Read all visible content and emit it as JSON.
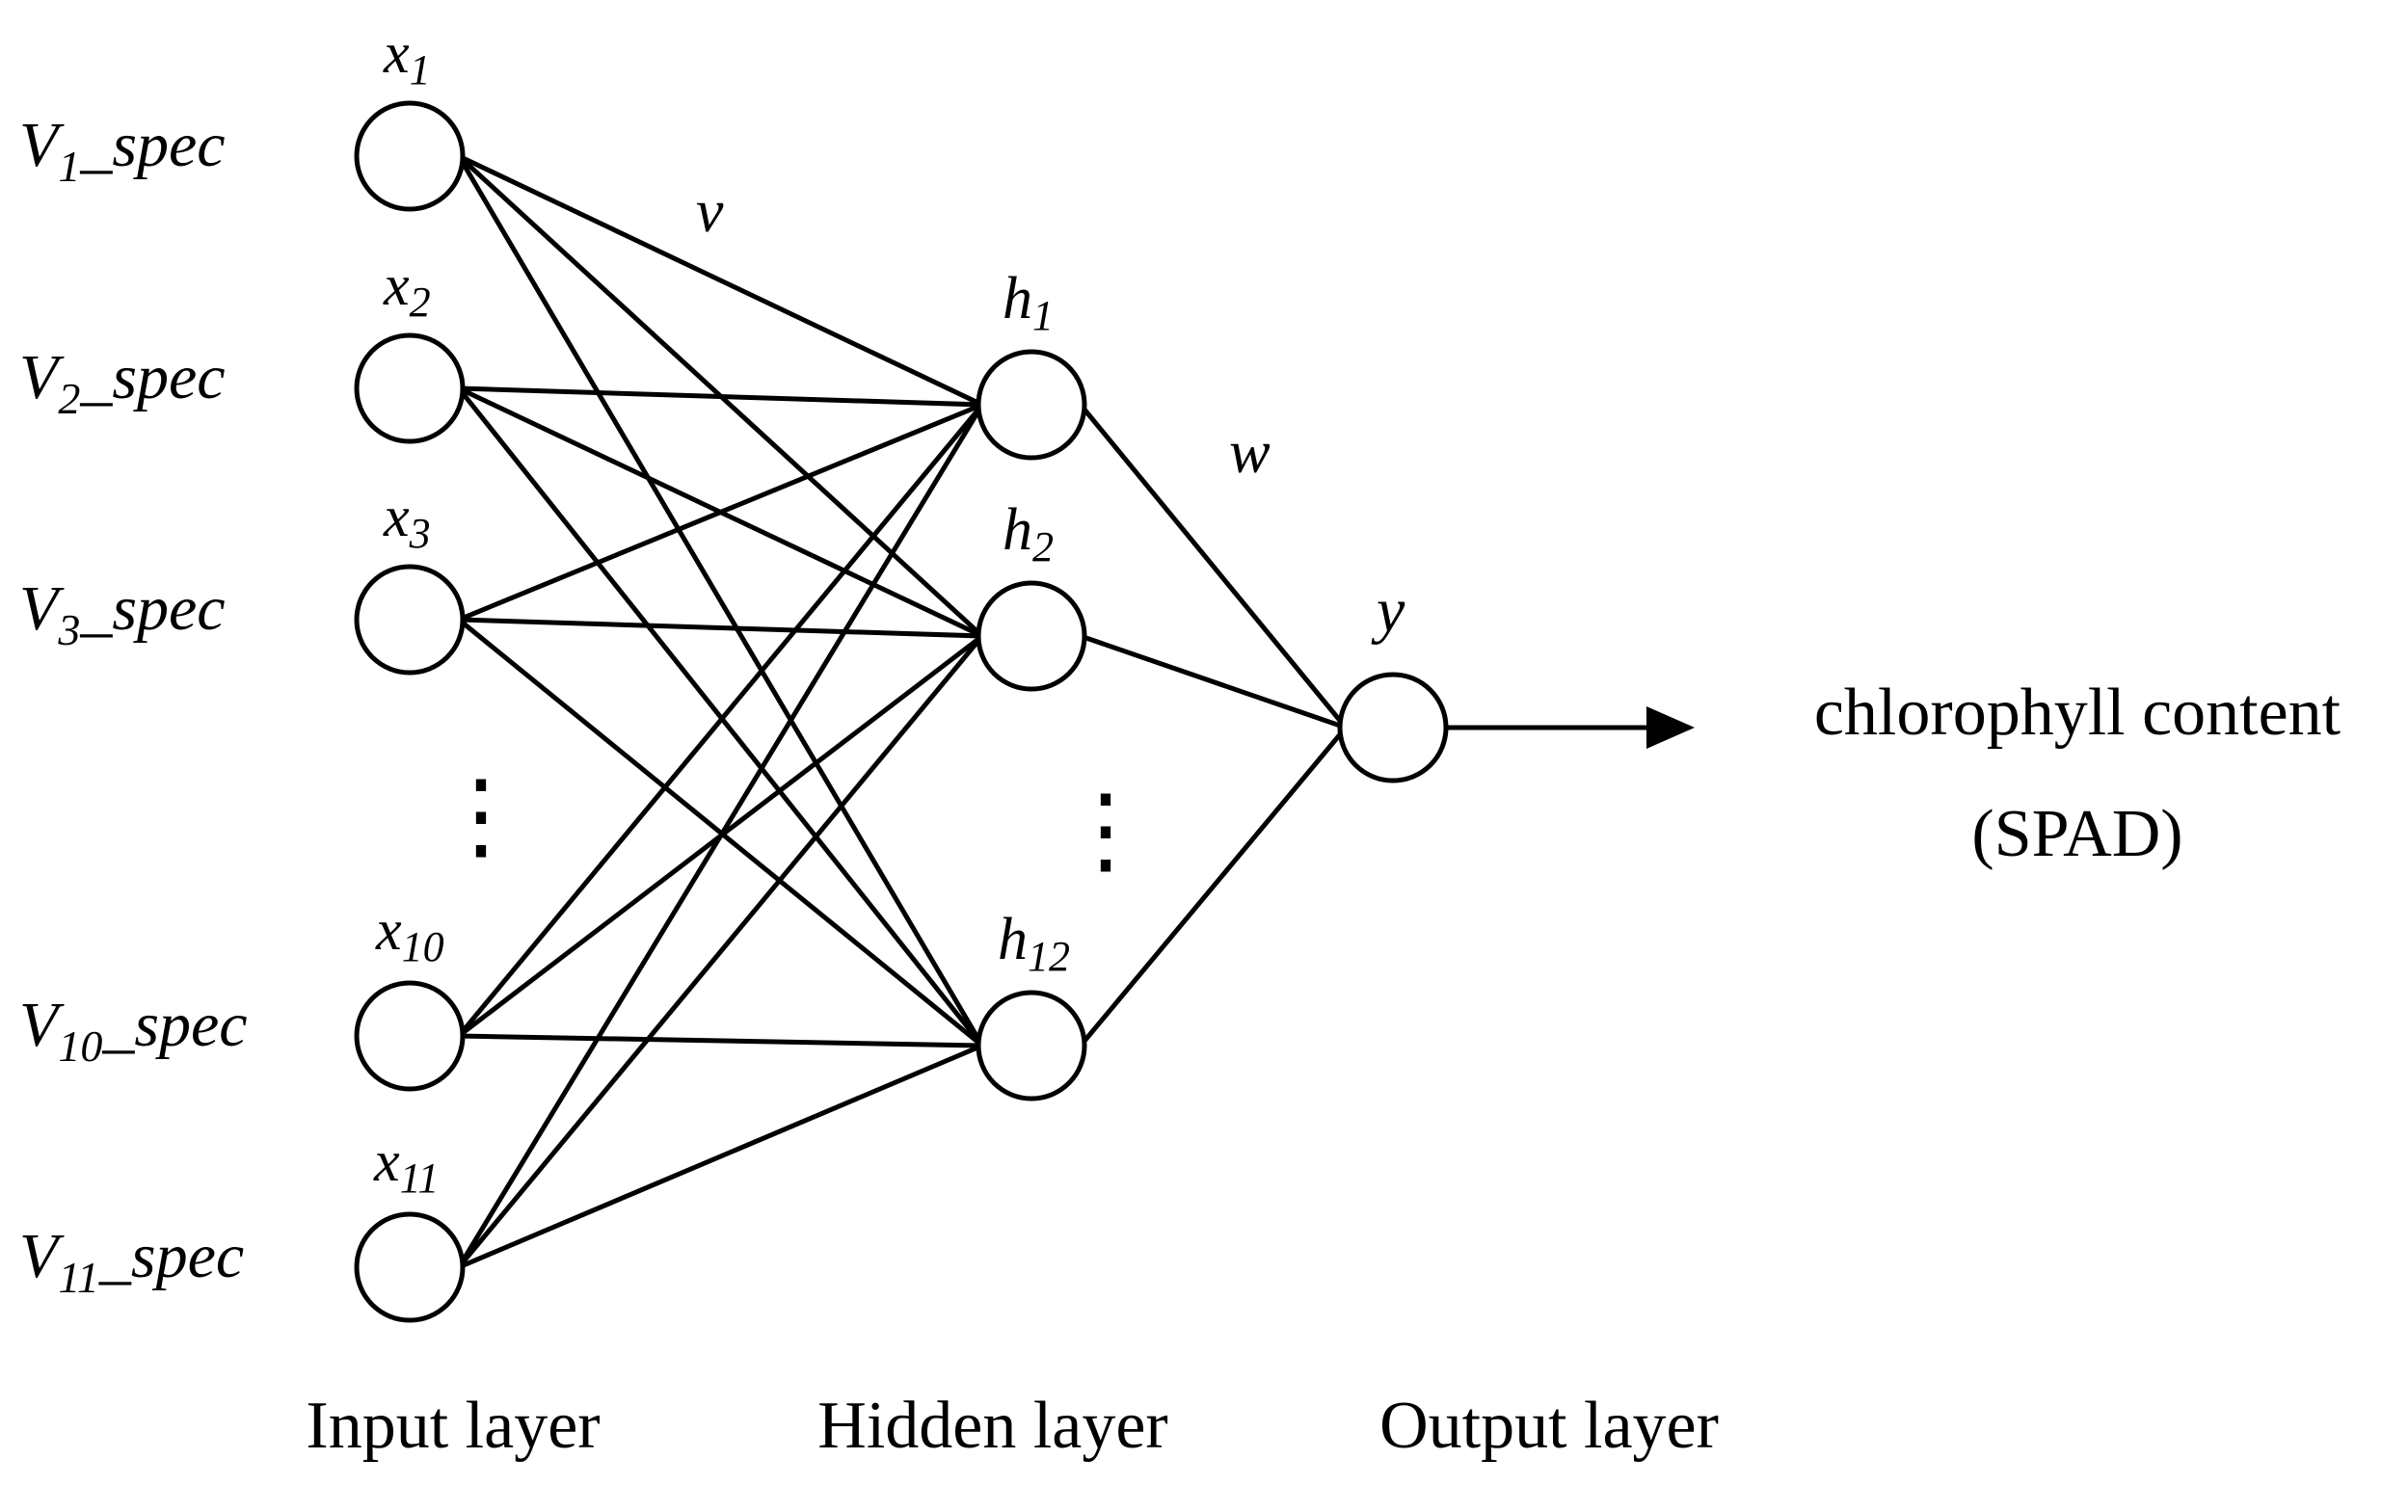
{
  "input_layer": {
    "title": "Input layer",
    "neurons": [
      {
        "var": "x",
        "sub": "1",
        "label_base": "V",
        "label_sub": "1",
        "label_tail": "_spec"
      },
      {
        "var": "x",
        "sub": "2",
        "label_base": "V",
        "label_sub": "2",
        "label_tail": "_spec"
      },
      {
        "var": "x",
        "sub": "3",
        "label_base": "V",
        "label_sub": "3",
        "label_tail": "_spec"
      },
      {
        "var": "x",
        "sub": "10",
        "label_base": "V",
        "label_sub": "10",
        "label_tail": "_spec"
      },
      {
        "var": "x",
        "sub": "11",
        "label_base": "V",
        "label_sub": "11",
        "label_tail": "_spec"
      }
    ]
  },
  "hidden_layer": {
    "title": "Hidden layer",
    "neurons": [
      {
        "var": "h",
        "sub": "1"
      },
      {
        "var": "h",
        "sub": "2"
      },
      {
        "var": "h",
        "sub": "12"
      }
    ]
  },
  "output_layer": {
    "title": "Output layer",
    "neuron": {
      "var": "y"
    }
  },
  "weights": {
    "input_hidden": "v",
    "hidden_output": "w"
  },
  "output": {
    "line1": "chlorophyll content",
    "line2": "(SPAD)"
  },
  "ellipsis": "⋮"
}
